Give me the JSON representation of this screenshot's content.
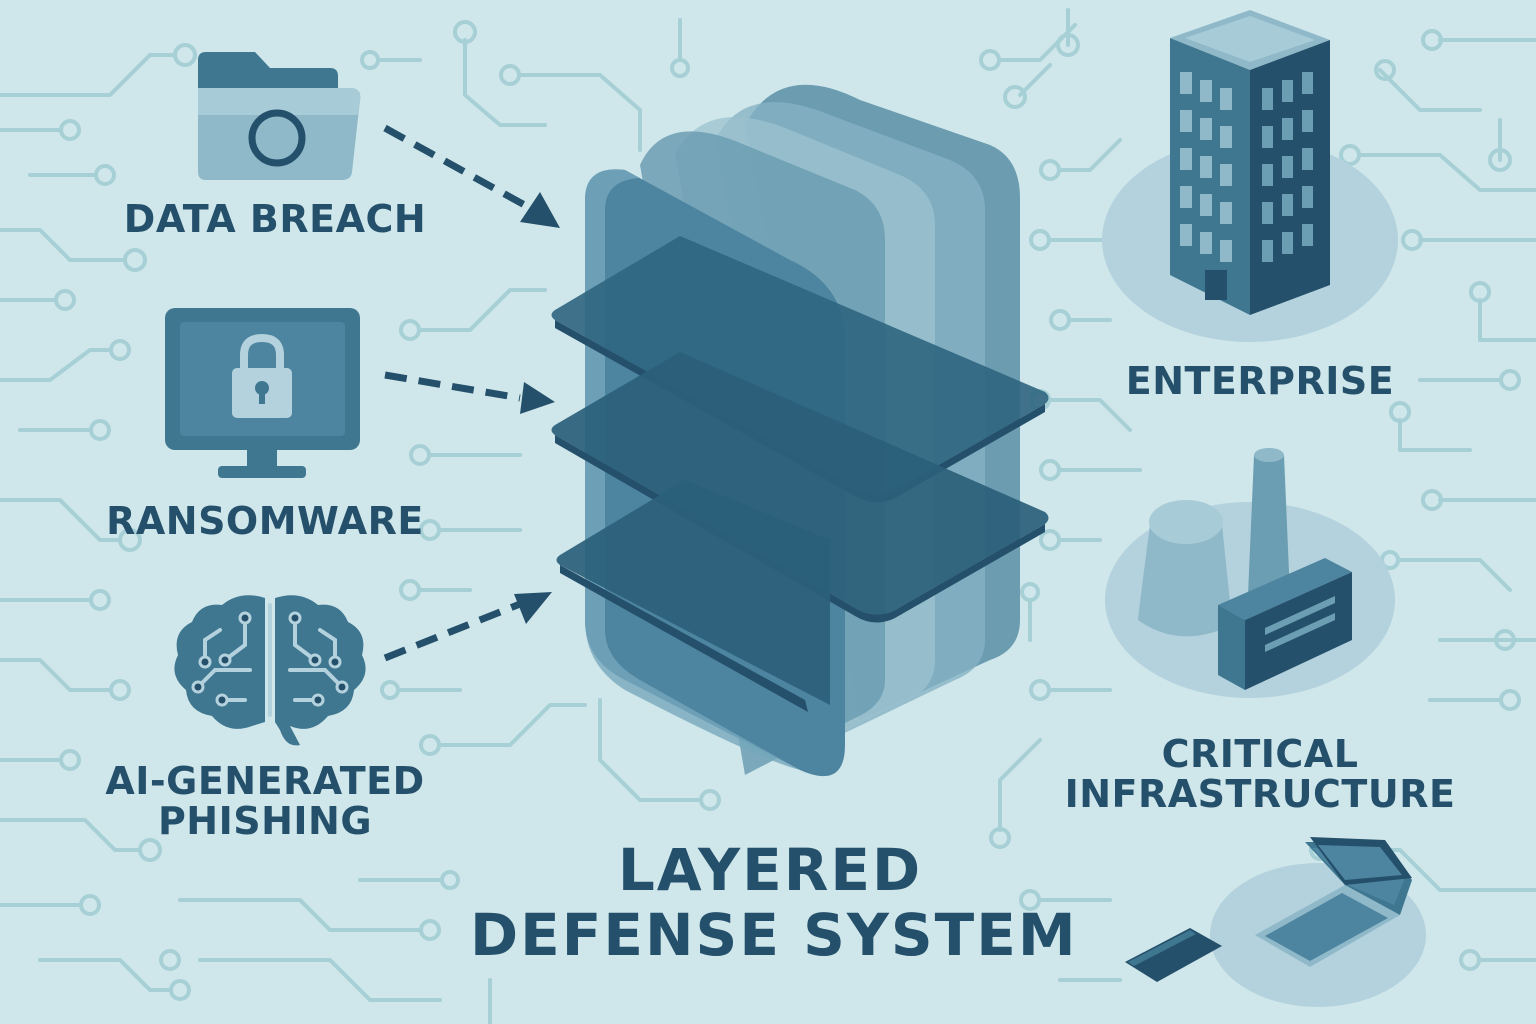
{
  "title": {
    "line1": "LAYERED",
    "line2": "DEFENSE SYSTEM"
  },
  "threats": [
    {
      "label": "DATA BREACH",
      "icon": "folder-icon"
    },
    {
      "label": "RANSOMWARE",
      "icon": "locked-monitor-icon"
    },
    {
      "label_line1": "AI-GENERATED",
      "label_line2": "PHISHING",
      "icon": "circuit-brain-icon"
    }
  ],
  "targets": [
    {
      "label": "ENTERPRISE",
      "icon": "office-building-icon"
    },
    {
      "label_line1": "CRITICAL",
      "label_line2": "INFRASTRUCTURE",
      "icon": "power-plant-icon"
    },
    {
      "icon": "laptop-tablet-icon"
    }
  ],
  "colors": {
    "background": "#cfe7ea",
    "circuit": "#a6cfd6",
    "primary_dark": "#25506b",
    "icon_mid": "#3f7690",
    "icon_light": "#8fb9c9",
    "platform": "#b4d2dd"
  }
}
